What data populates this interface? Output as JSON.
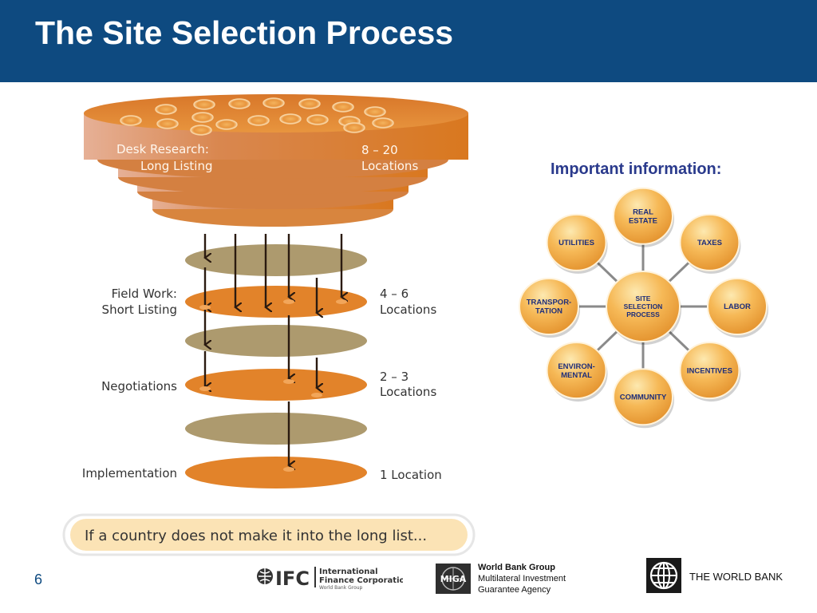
{
  "header": {
    "title": "The Site Selection Process"
  },
  "funnel": {
    "top_label_line1": "Desk Research:",
    "top_label_line2": "Long Listing",
    "top_count_line1": "8 – 20",
    "top_count_line2": "Locations",
    "stages": [
      {
        "label_line1": "Field Work:",
        "label_line2": "Short Listing",
        "count_line1": "4 – 6",
        "count_line2": "Locations"
      },
      {
        "label_line1": "Negotiations",
        "label_line2": "",
        "count_line1": "2 – 3",
        "count_line2": "Locations"
      },
      {
        "label_line1": "Implementation",
        "label_line2": "",
        "count_line1": "1 Location",
        "count_line2": ""
      }
    ],
    "banner": "If a country does not make it into the long list..."
  },
  "info": {
    "title": "Important information:",
    "hub": [
      "SITE",
      "SELECTION",
      "PROCESS"
    ],
    "nodes": [
      {
        "lines": [
          "REAL",
          "ESTATE"
        ]
      },
      {
        "lines": [
          "TAXES"
        ]
      },
      {
        "lines": [
          "LABOR"
        ]
      },
      {
        "lines": [
          "INCENTIVES"
        ]
      },
      {
        "lines": [
          "COMMUNITY"
        ]
      },
      {
        "lines": [
          "ENVIRON-",
          "MENTAL"
        ]
      },
      {
        "lines": [
          "TRANSPOR-",
          "TATION"
        ]
      },
      {
        "lines": [
          "UTILITIES"
        ]
      }
    ]
  },
  "footer": {
    "page_number": "6",
    "ifc_logo": "IFC",
    "ifc_name_line1": "International",
    "ifc_name_line2": "Finance Corporation",
    "ifc_sub": "World Bank Group",
    "miga_logo": "MIGA",
    "wbg_line1": "World Bank Group",
    "wbg_line2": "Multilateral Investment",
    "wbg_line3": "Guarantee Agency",
    "world_bank": "THE WORLD BANK"
  },
  "colors": {
    "header_bg": "#0e4a80",
    "orange": "#e2832a",
    "tan": "#ad9a6e",
    "info_title": "#2a3a8c",
    "node_text": "#1e2e7a",
    "banner_bg": "#fbe3b5"
  }
}
